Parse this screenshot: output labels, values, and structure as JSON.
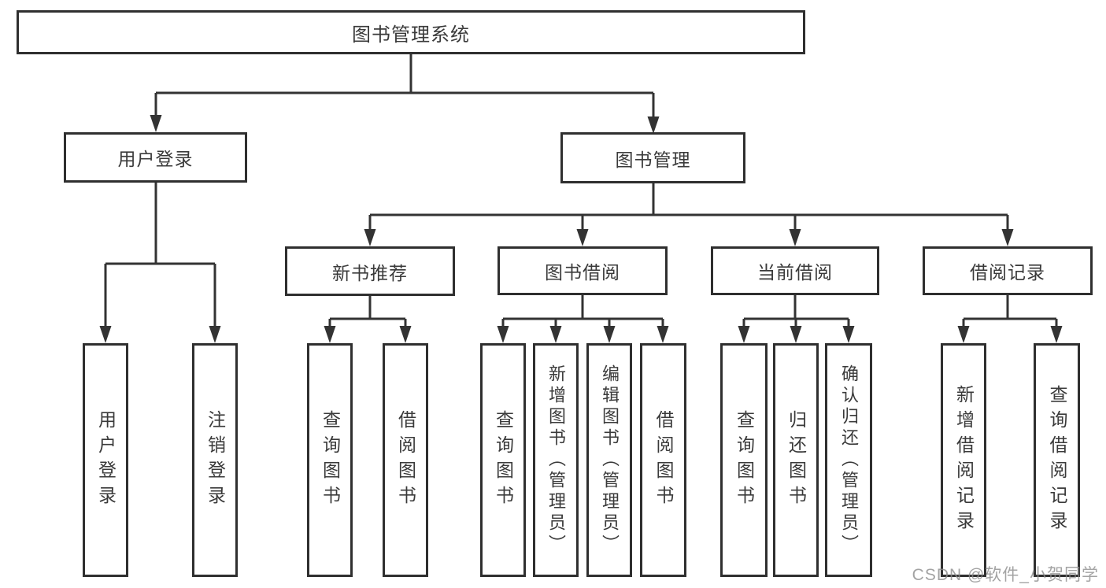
{
  "diagram": {
    "type": "tree",
    "colors": {
      "line": "#333333",
      "box_border": "#2f2f2f",
      "text": "#3a3a3a",
      "watermark": "#8c8c8c",
      "background": "#ffffff"
    }
  },
  "tree": {
    "label": "图书管理系统",
    "children": [
      {
        "label": "用户登录",
        "children": [
          {
            "label": "用户登录"
          },
          {
            "label": "注销登录"
          }
        ]
      },
      {
        "label": "图书管理",
        "children": [
          {
            "label": "新书推荐",
            "children": [
              {
                "label": "查询图书"
              },
              {
                "label": "借阅图书"
              }
            ]
          },
          {
            "label": "图书借阅",
            "children": [
              {
                "label": "查询图书"
              },
              {
                "label": "新增图书（管理员）"
              },
              {
                "label": "编辑图书（管理员）"
              },
              {
                "label": "借阅图书"
              }
            ]
          },
          {
            "label": "当前借阅",
            "children": [
              {
                "label": "查询图书"
              },
              {
                "label": "归还图书"
              },
              {
                "label": "确认归还（管理员）"
              }
            ]
          },
          {
            "label": "借阅记录",
            "children": [
              {
                "label": "新增借阅记录"
              },
              {
                "label": "查询借阅记录"
              }
            ]
          }
        ]
      }
    ]
  },
  "watermark": {
    "text": "CSDN @软件_小贺同学"
  }
}
